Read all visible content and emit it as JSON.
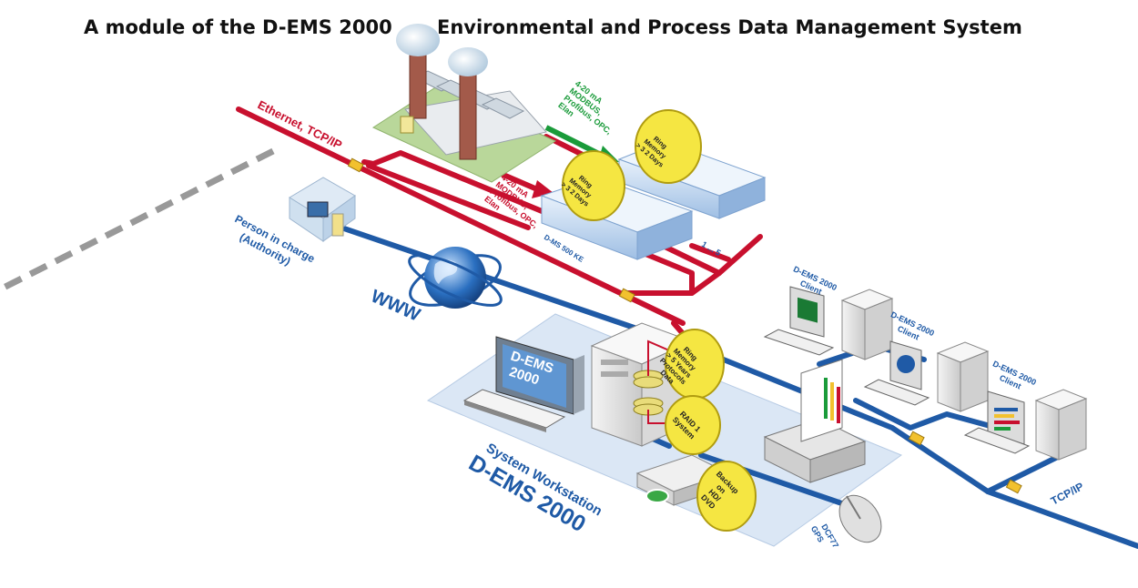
{
  "title": {
    "left": "A module of the D-EMS 2000",
    "right": "Environmental and Process Data Management System"
  },
  "network": {
    "ethernet": "Ethernet, TCP/IP",
    "www": "WWW",
    "tcpip": "TCP/IP"
  },
  "plant": {
    "signals_top": [
      "4-20 mA",
      "MODBUS,",
      "Profibus, OPC,",
      "Elan"
    ],
    "signals_bottom": [
      "4-20 mA",
      "MODBUS,",
      "Profibus, OPC,",
      "Elan"
    ]
  },
  "loggers": {
    "model": "D-MS 500 KE",
    "count": "1 ... 5",
    "ring_memory": [
      "Ring",
      "Memory",
      "> 3 2 Days"
    ]
  },
  "person": [
    "Person in charge",
    "(Authority)"
  ],
  "workstation": {
    "monitor_text": [
      "D-EMS",
      "2000"
    ],
    "label_line1": "System Workstation",
    "label_line2": "D-EMS 2000",
    "ring_memory": [
      "Ring",
      "Memory",
      "> 5 Years",
      "Protocols",
      "Data"
    ],
    "raid": [
      "RAID 1",
      "System"
    ],
    "backup": [
      "Backup",
      "on",
      "HD/",
      "DVD"
    ],
    "gps": [
      "DCF77",
      "GPS"
    ]
  },
  "clients": [
    {
      "label": [
        "D-EMS 2000",
        "Client"
      ],
      "app_icon": "excel-icon"
    },
    {
      "label": [
        "D-EMS 2000",
        "Client"
      ],
      "app_icon": "browser-icon"
    },
    {
      "label": [
        "D-EMS 2000",
        "Client"
      ],
      "app_icon": "chart-icon"
    }
  ],
  "colors": {
    "ethernet": "#c8102e",
    "network": "#1f5aa6",
    "signal_green": "#1a9b3a",
    "callout_fill": "#f5e642",
    "platform": "#dbe7f5",
    "connector": "#f2c12e"
  }
}
